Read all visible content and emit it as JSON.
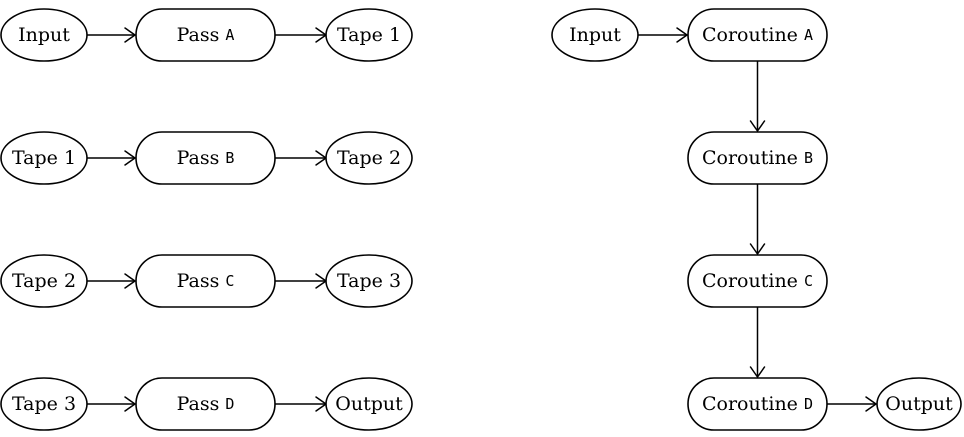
{
  "pipeline_left": {
    "rows": [
      {
        "source": "Input",
        "stage_text": "Pass ",
        "stage_code": "A",
        "target": "Tape 1"
      },
      {
        "source": "Tape 1",
        "stage_text": "Pass ",
        "stage_code": "B",
        "target": "Tape 2"
      },
      {
        "source": "Tape 2",
        "stage_text": "Pass ",
        "stage_code": "C",
        "target": "Tape 3"
      },
      {
        "source": "Tape 3",
        "stage_text": "Pass ",
        "stage_code": "D",
        "target": "Output"
      }
    ]
  },
  "pipeline_right": {
    "source": "Input",
    "stages": [
      {
        "text": "Coroutine ",
        "code": "A"
      },
      {
        "text": "Coroutine ",
        "code": "B"
      },
      {
        "text": "Coroutine ",
        "code": "C"
      },
      {
        "text": "Coroutine ",
        "code": "D"
      }
    ],
    "target": "Output"
  }
}
